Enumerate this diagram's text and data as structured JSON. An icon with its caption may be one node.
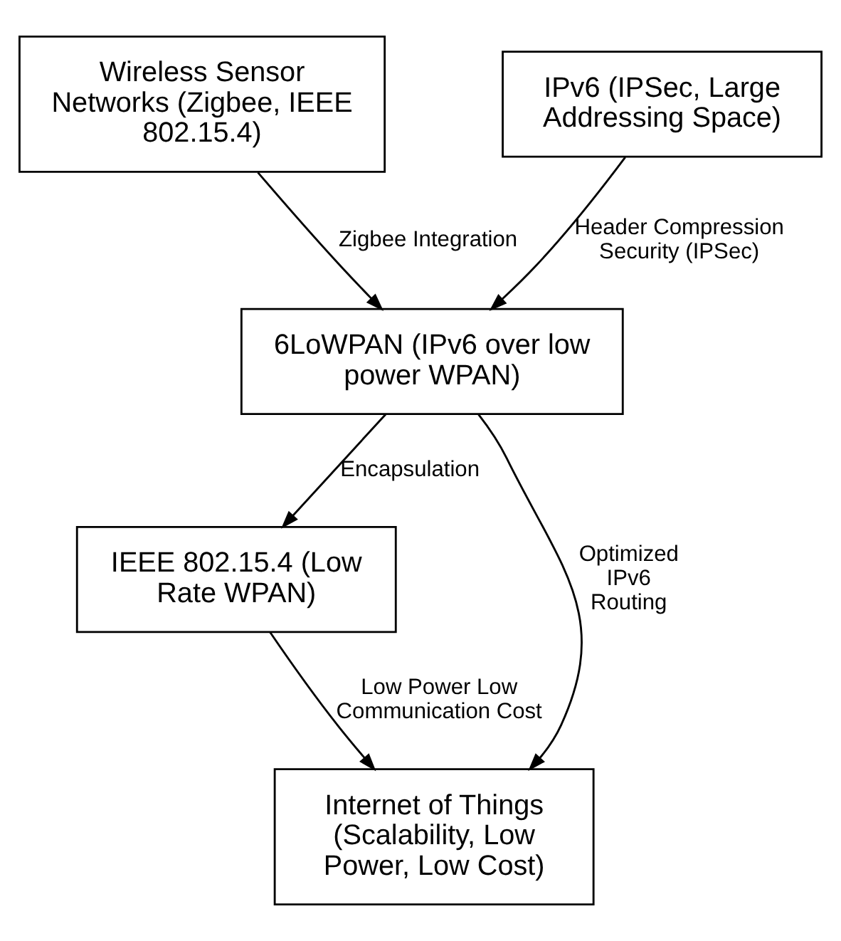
{
  "diagram": {
    "nodes": [
      {
        "text": [
          "Wireless Sensor Networks (Zigbee, IEEE 802.15.4)"
        ]
      },
      {
        "text": [
          "IPv6 (IPSec, Large Addressing Space)"
        ]
      },
      {
        "text": [
          "6LoWPAN (IPv6 over low power WPAN)"
        ]
      },
      {
        "text": [
          "IEEE 802.15.4 (Low Rate WPAN)"
        ]
      },
      {
        "text": [
          "Internet of Things (Scalability, Low Power, Low Cost)"
        ]
      }
    ],
    "edges": [
      {
        "from": 0,
        "to": 2,
        "arrow": "to",
        "label": "Zigbee Integration"
      },
      {
        "from": 1,
        "to": 2,
        "arrow": "to",
        "label": "Header Compression Security (IPSec)"
      },
      {
        "from": 2,
        "to": 3,
        "arrow": "to",
        "label": "Encapsulation"
      },
      {
        "from": 3,
        "to": 4,
        "arrow": "to",
        "label": "Low Power Low Communication Cost"
      },
      {
        "from": 2,
        "to": 4,
        "arrow": "to",
        "label": "Optimized IPv6 Routing"
      }
    ]
  }
}
